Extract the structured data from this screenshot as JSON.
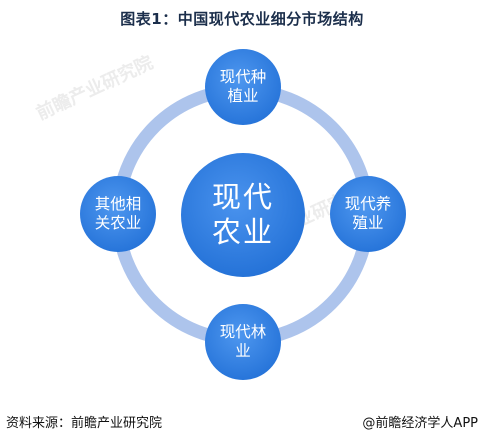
{
  "title": "图表1：中国现代农业细分市场结构",
  "center": {
    "line1": "现代",
    "line2": "农业"
  },
  "nodes": {
    "top": {
      "line1": "现代种",
      "line2": "植业"
    },
    "right": {
      "line1": "现代养",
      "line2": "殖业"
    },
    "bottom": {
      "line1": "现代林",
      "line2": "业"
    },
    "left": {
      "line1": "其他相",
      "line2": "关农业"
    }
  },
  "footer": {
    "source": "资料来源：前瞻产业研究院",
    "brand": "@前瞻经济学人APP"
  },
  "watermark": {
    "text1": "前瞻产业研究院",
    "text2": "前瞻产业研究院"
  },
  "colors": {
    "ring": "#adc4ec",
    "node": "#2b7de1",
    "node_light": "#4a95ee",
    "title": "#1b2e4b"
  }
}
